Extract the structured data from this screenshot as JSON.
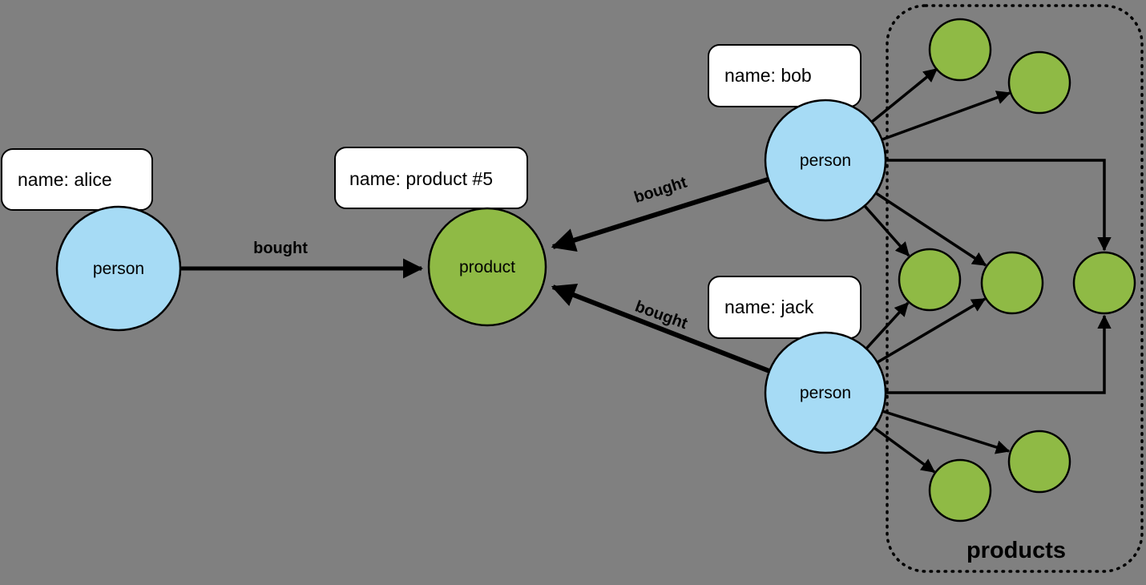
{
  "diagram": {
    "type": "property-graph",
    "background": "#808080",
    "colors": {
      "person": "#a6dbf5",
      "product": "#8fba45",
      "tag_fill": "#ffffff",
      "edge": "#000000"
    },
    "nodes": {
      "alice": {
        "label": "person",
        "name_tag": "name: alice"
      },
      "bob": {
        "label": "person",
        "name_tag": "name: bob"
      },
      "jack": {
        "label": "person",
        "name_tag": "name: jack"
      },
      "product5": {
        "label": "product",
        "name_tag": "name: product #5"
      },
      "anonymous_product_count": 7
    },
    "edges": {
      "alice": {
        "from": "alice",
        "to": "product5",
        "label": "bought"
      },
      "bob": {
        "from": "bob",
        "to": "product5",
        "label": "bought"
      },
      "jack": {
        "from": "jack",
        "to": "product5",
        "label": "bought"
      },
      "bob_unlabeled_to_products": 5,
      "jack_unlabeled_to_products": 5
    },
    "cluster": {
      "label": "products"
    }
  }
}
